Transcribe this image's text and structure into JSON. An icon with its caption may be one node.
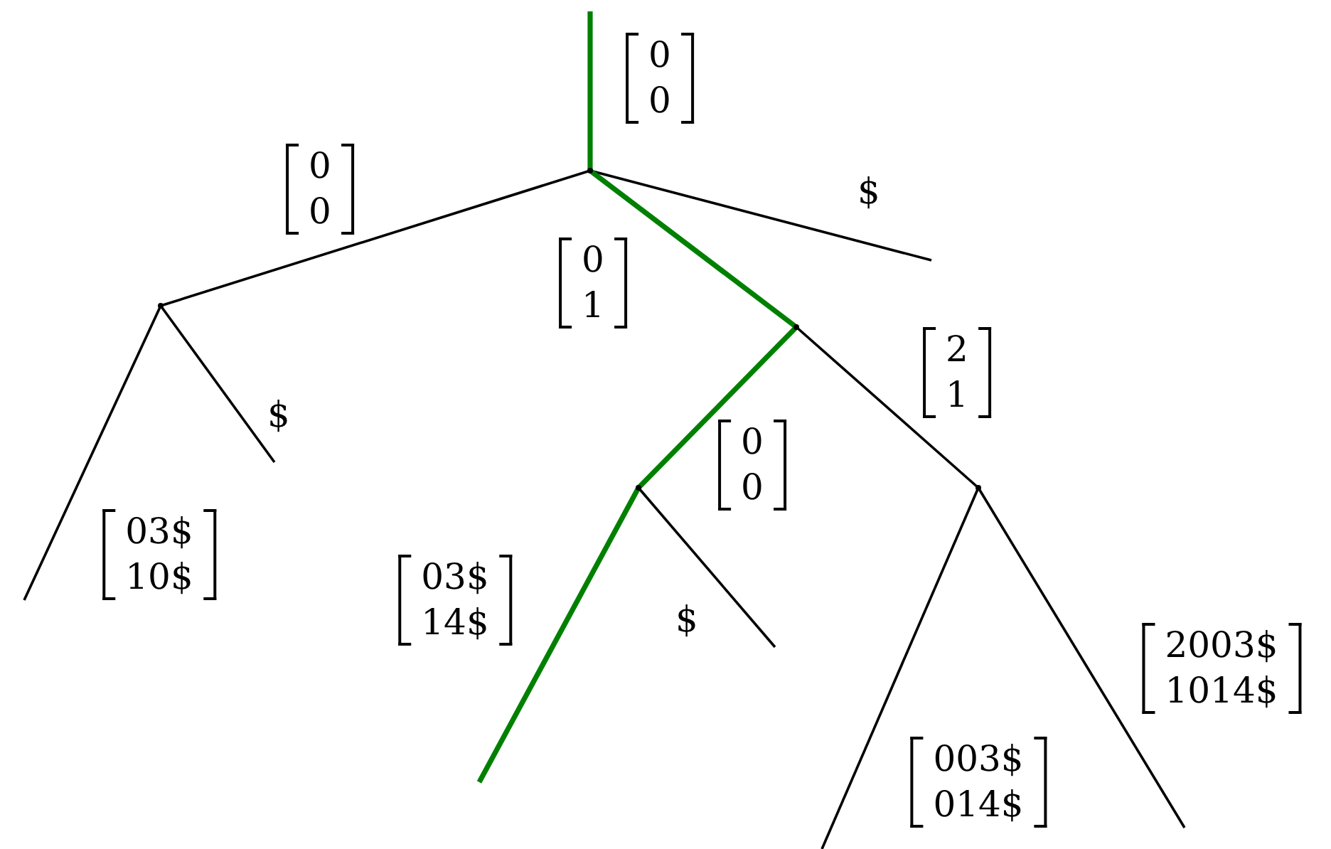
{
  "diagram": {
    "nodes": [
      {
        "text": [],
        "shape": "point"
      },
      {
        "text": [],
        "shape": "point"
      },
      {
        "text": [],
        "shape": "point"
      },
      {
        "text": [],
        "shape": "point"
      },
      {
        "text": [],
        "shape": "point"
      }
    ],
    "edges": [
      {
        "from": null,
        "to": 0,
        "arrow": "none",
        "label": "0 0",
        "style": "thick",
        "color": "#008000"
      },
      {
        "from": 0,
        "to": 1,
        "arrow": "none",
        "label": "0 0"
      },
      {
        "from": 0,
        "to": null,
        "arrow": "none",
        "label": "$"
      },
      {
        "from": 0,
        "to": 2,
        "arrow": "none",
        "label": "0 1",
        "style": "thick",
        "color": "#008000"
      },
      {
        "from": 1,
        "to": null,
        "arrow": "none",
        "label": "$"
      },
      {
        "from": 1,
        "to": null,
        "arrow": "none",
        "label": "03$ 10$"
      },
      {
        "from": 2,
        "to": 3,
        "arrow": "none",
        "label": "0 0",
        "style": "thick",
        "color": "#008000"
      },
      {
        "from": 2,
        "to": 4,
        "arrow": "none",
        "label": "2 1"
      },
      {
        "from": 3,
        "to": null,
        "arrow": "none",
        "label": "03$ 14$",
        "style": "thick",
        "color": "#008000"
      },
      {
        "from": 3,
        "to": null,
        "arrow": "none",
        "label": "$"
      },
      {
        "from": 4,
        "to": null,
        "arrow": "none",
        "label": "003$ 014$"
      },
      {
        "from": 4,
        "to": null,
        "arrow": "none",
        "label": "2003$ 1014$"
      }
    ]
  }
}
